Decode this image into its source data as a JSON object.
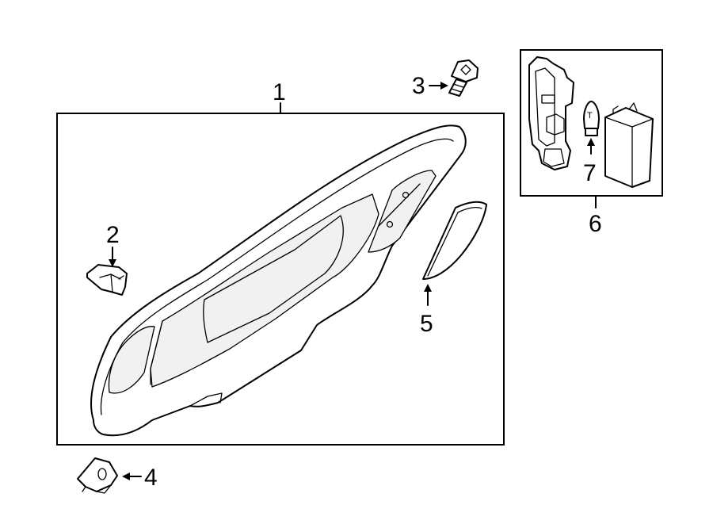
{
  "callouts": [
    {
      "id": "1",
      "label": "1"
    },
    {
      "id": "2",
      "label": "2"
    },
    {
      "id": "3",
      "label": "3"
    },
    {
      "id": "4",
      "label": "4"
    },
    {
      "id": "5",
      "label": "5"
    },
    {
      "id": "6",
      "label": "6"
    },
    {
      "id": "7",
      "label": "7"
    },
    {
      "id": "bulb",
      "label": "T"
    }
  ]
}
